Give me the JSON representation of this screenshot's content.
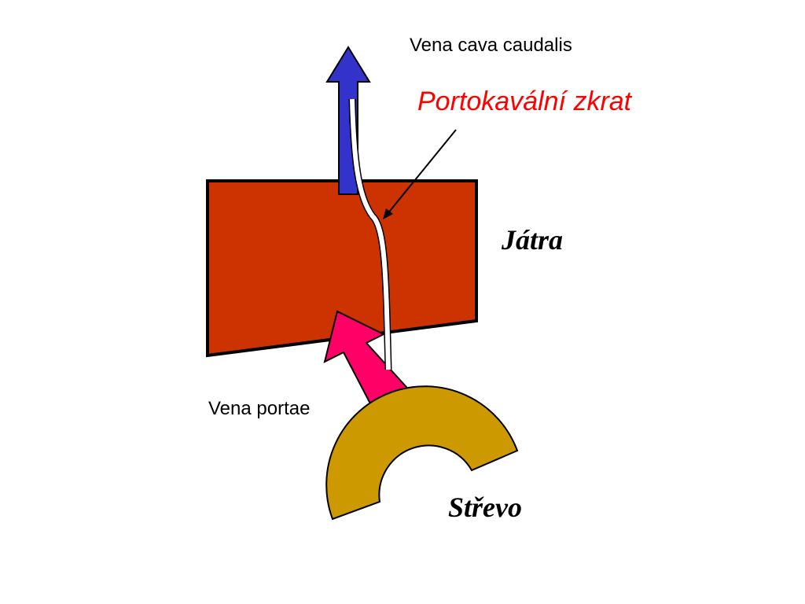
{
  "labels": {
    "vena_cava": "Vena cava caudalis",
    "shunt": "Portokavální zkrat",
    "liver": "Játra",
    "vena_portae": "Vena portae",
    "intestine": "Střevo"
  },
  "colors": {
    "liver_fill": "#cc3300",
    "vena_cava_arrow": "#3333cc",
    "vena_portae_arrow": "#ff0066",
    "intestine_fill": "#cc9900",
    "shunt_vessel": "#ffffff",
    "shunt_label": "#ff0000"
  }
}
